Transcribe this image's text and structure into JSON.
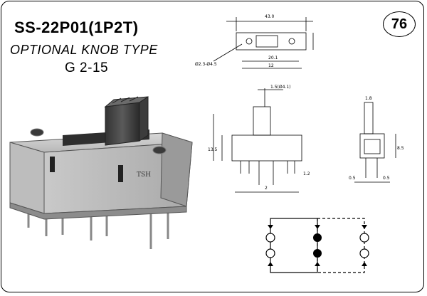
{
  "header": {
    "model": "SS-22P01(1P2T)",
    "knob_type": "OPTIONAL KNOB TYPE",
    "series_code": "G 2-15"
  },
  "page_number": "76",
  "product_mark": "TSH"
}
